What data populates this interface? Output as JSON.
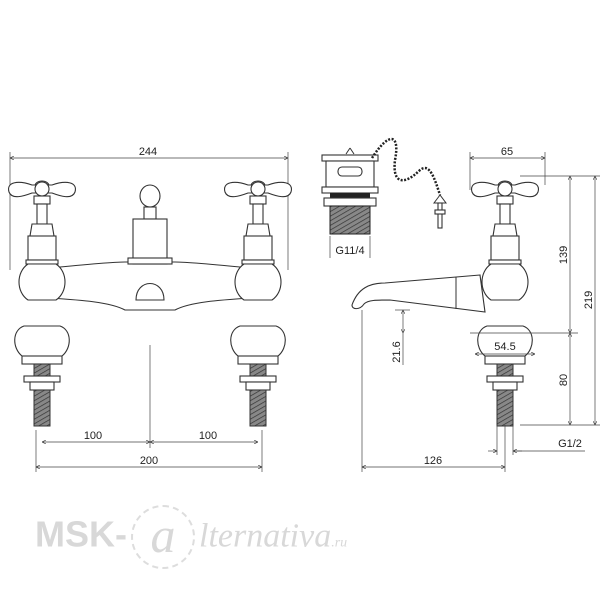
{
  "drawing": {
    "front_view": {
      "overall_width": "244",
      "center_left": "100",
      "center_right": "100",
      "tap_spacing": "200"
    },
    "waste": {
      "thread": "G11/4"
    },
    "side_view": {
      "handle_width": "65",
      "height_to_base": "139",
      "total_height": "219",
      "spout_clearance": "21.6",
      "base_diameter": "54.5",
      "shank_length": "80",
      "spout_reach": "126",
      "shank_thread": "G1/2"
    }
  },
  "watermark": {
    "prefix": "MSK-",
    "at": "a",
    "rest": "lternativa",
    "tld": ".ru"
  }
}
